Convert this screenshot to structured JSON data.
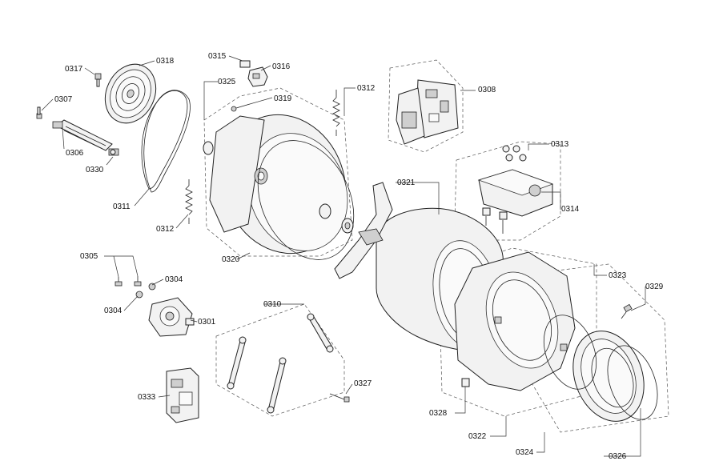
{
  "labels": {
    "p0301": "0301",
    "p0304a": "0304",
    "p0304b": "0304",
    "p0305": "0305",
    "p0306": "0306",
    "p0307": "0307",
    "p0308": "0308",
    "p0310": "0310",
    "p0311": "0311",
    "p0312a": "0312",
    "p0312b": "0312",
    "p0313": "0313",
    "p0314": "0314",
    "p0315": "0315",
    "p0316": "0316",
    "p0317": "0317",
    "p0318": "0318",
    "p0319": "0319",
    "p0320": "0320",
    "p0321": "0321",
    "p0322": "0322",
    "p0323": "0323",
    "p0324": "0324",
    "p0325": "0325",
    "p0326": "0326",
    "p0327": "0327",
    "p0328": "0328",
    "p0329": "0329",
    "p0330": "0330",
    "p0333": "0333"
  }
}
